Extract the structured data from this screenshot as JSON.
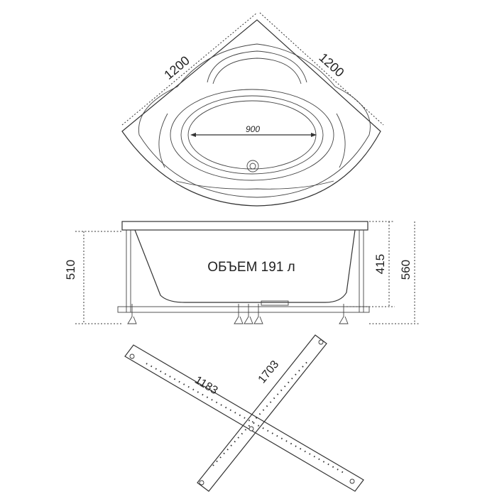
{
  "top_view": {
    "side_left": "1200",
    "side_right": "1200",
    "basin_width": "900"
  },
  "side_view": {
    "volume_label": "ОБЪЕМ 191 л",
    "height_510": "510",
    "height_415": "415",
    "height_560": "560"
  },
  "frame_view": {
    "beam_short": "1183",
    "beam_long": "1703"
  }
}
